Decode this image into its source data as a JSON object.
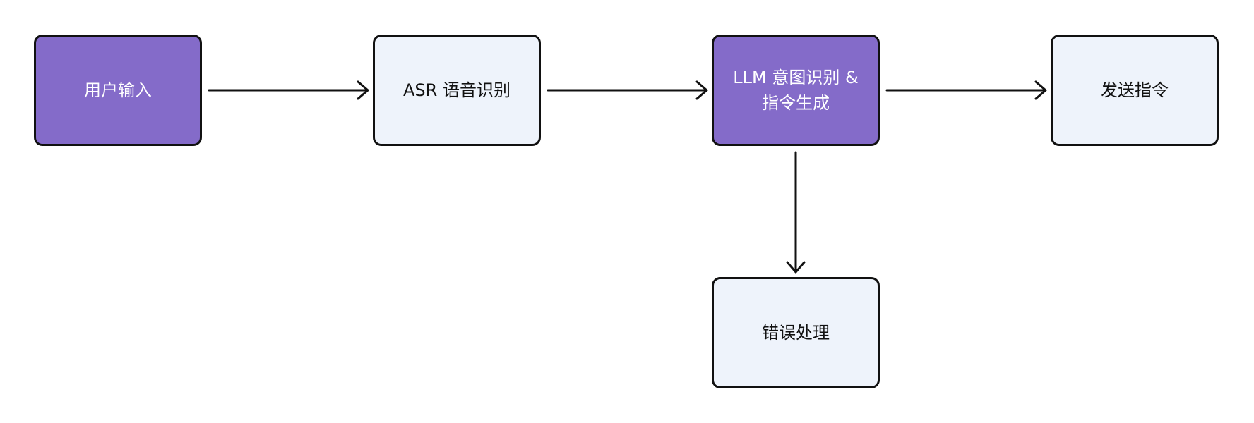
{
  "diagram": {
    "colors": {
      "primary_fill": "#846bc9",
      "secondary_fill": "#eef3fb",
      "stroke": "#111111",
      "primary_text": "#ffffff",
      "secondary_text": "#111111"
    },
    "nodes": {
      "user_input": {
        "label": "用户输入",
        "style": "primary"
      },
      "asr": {
        "label": "ASR 语音识别",
        "style": "secondary"
      },
      "llm": {
        "label": "LLM 意图识别 &\n指令生成",
        "style": "primary"
      },
      "send": {
        "label": "发送指令",
        "style": "secondary"
      },
      "error": {
        "label": "错误处理",
        "style": "secondary"
      }
    },
    "edges": [
      {
        "from": "user_input",
        "to": "asr"
      },
      {
        "from": "asr",
        "to": "llm"
      },
      {
        "from": "llm",
        "to": "send"
      },
      {
        "from": "llm",
        "to": "error"
      }
    ]
  }
}
